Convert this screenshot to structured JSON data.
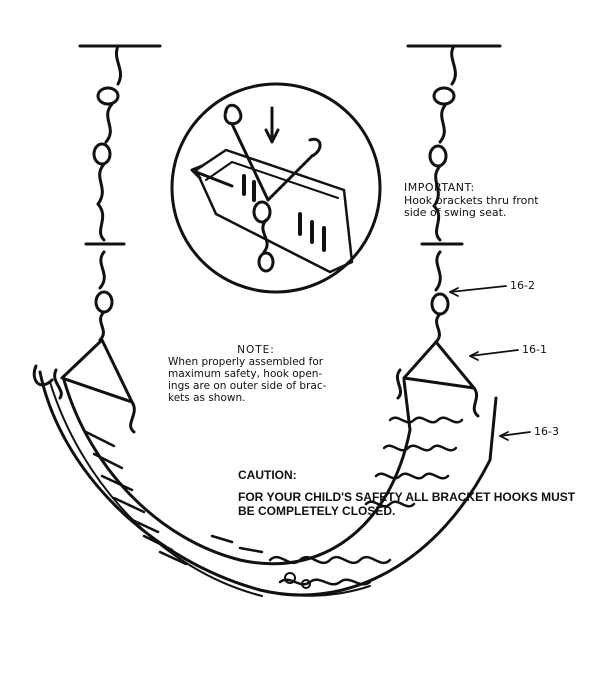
{
  "important": {
    "heading": "IMPORTANT:",
    "lines": [
      "Hook brackets thru front",
      "side of swing seat."
    ]
  },
  "note": {
    "heading": "NOTE:",
    "lines": [
      "When properly assembled for",
      "maximum safety, hook open-",
      "ings are on outer side of brac-",
      "kets as shown."
    ]
  },
  "caution": {
    "heading": "CAUTION:",
    "lines": [
      "FOR YOUR CHILD'S SAFETY ALL BRACKET HOOKS MUST",
      "BE COMPLETELY CLOSED."
    ]
  },
  "part_labels": {
    "chain": "16-2",
    "bracket": "16-1",
    "seat": "16-3"
  }
}
